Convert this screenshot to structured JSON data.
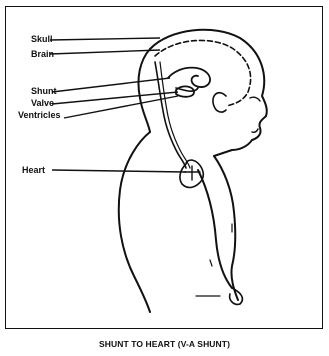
{
  "labels": {
    "skull": "Skull",
    "brain": "Brain",
    "shunt": "Shunt",
    "valve": "Valve",
    "ventricles": "Ventricles",
    "heart": "Heart"
  },
  "caption": "SHUNT TO HEART  (V-A  SHUNT)"
}
